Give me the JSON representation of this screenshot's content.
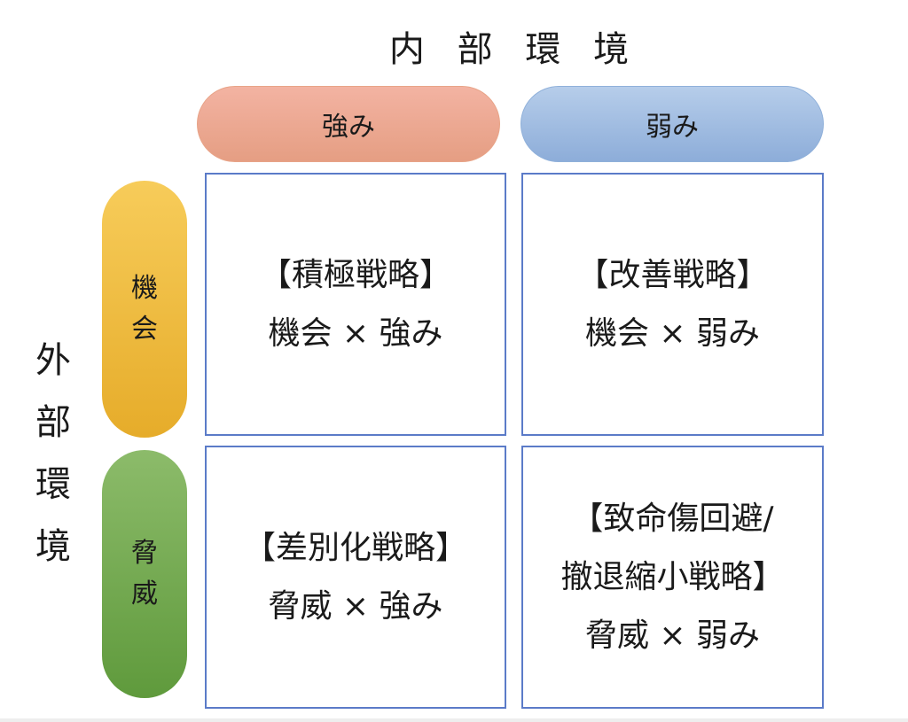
{
  "top_title": "内 部 環 境",
  "side_title": [
    "外",
    "部",
    "環",
    "境"
  ],
  "columns": {
    "strength": "強み",
    "weakness": "弱み"
  },
  "rows": {
    "opportunity": [
      "機",
      "会"
    ],
    "threat": [
      "脅",
      "威"
    ]
  },
  "cells": {
    "so": [
      "【積極戦略】",
      "機会 × 強み"
    ],
    "wo": [
      "【改善戦略】",
      "機会 × 弱み"
    ],
    "st": [
      "【差別化戦略】",
      "脅威 × 強み"
    ],
    "wt": [
      "【致命傷回避/",
      "撤退縮小戦略】",
      "脅威 × 弱み"
    ]
  },
  "colors": {
    "strength": "#e9a58c",
    "weakness": "#a3bfe3",
    "opportunity": "#f0bc45",
    "threat": "#76aa52",
    "cell_border": "#5b7bc8"
  }
}
